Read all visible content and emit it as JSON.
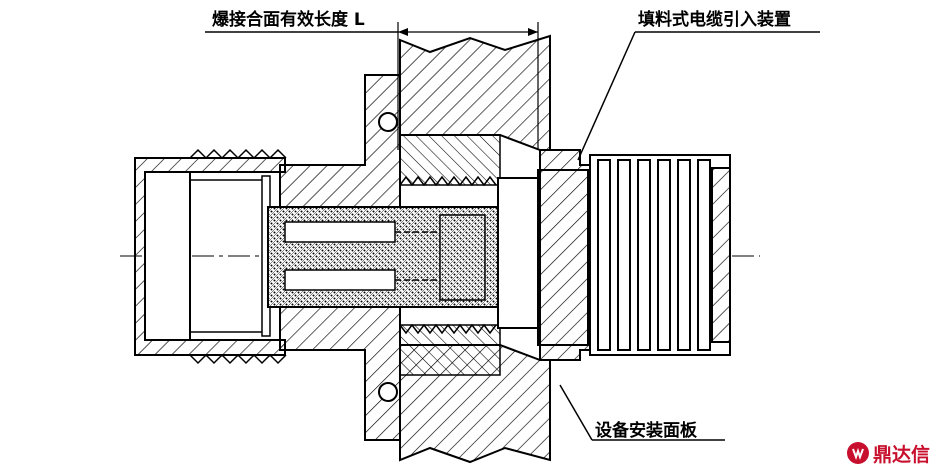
{
  "labels": {
    "explosion_gap_length": "爆接合面有效长度 L",
    "cable_gland": "填料式电缆引入装置",
    "mounting_panel": "设备安装面板"
  },
  "logo": {
    "text": "鼎达信",
    "color": "#c8102e"
  },
  "colors": {
    "line": "#000000",
    "background": "#ffffff"
  }
}
